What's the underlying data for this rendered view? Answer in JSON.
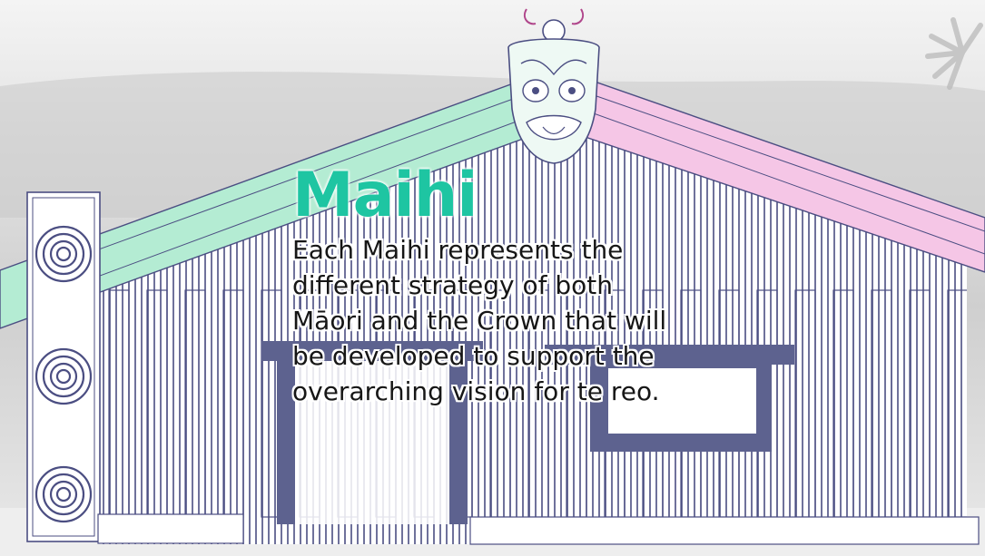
{
  "caption": {
    "title": "Maihi",
    "lines": [
      "Each Maihi represents the",
      "different strategy of both",
      "Māori and the Crown that will",
      "be developed to support the",
      "overarching vision for te reo."
    ]
  },
  "colors": {
    "title": "#1ec5a2",
    "body_text": "#161616",
    "maihi_left": "#b4ecd3",
    "maihi_right": "#f5c6e6",
    "outline": "#4b4e82",
    "door_window": "#5d628f",
    "ground": "#eeeeee"
  },
  "icons": [
    "koruru-carving-icon",
    "koru-spiral-icon",
    "palm-tree-icon"
  ]
}
